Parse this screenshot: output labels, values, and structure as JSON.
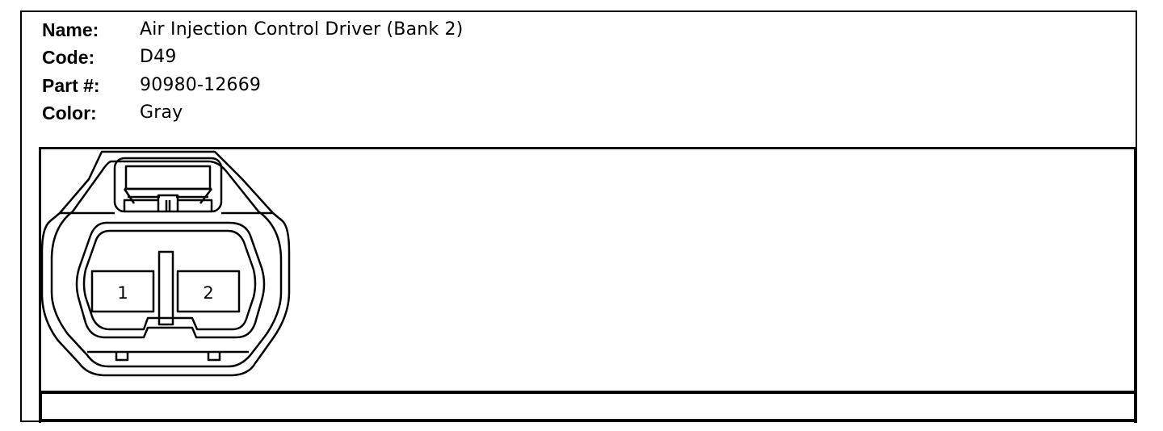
{
  "connector": {
    "name_label": "Name:",
    "name_value": "Air Injection Control Driver (Bank 2)",
    "code_label": "Code:",
    "code_value": "D49",
    "part_label": "Part #:",
    "part_value": "90980-12669",
    "color_label": "Color:",
    "color_value": "Gray"
  },
  "pins": [
    "1",
    "2"
  ]
}
